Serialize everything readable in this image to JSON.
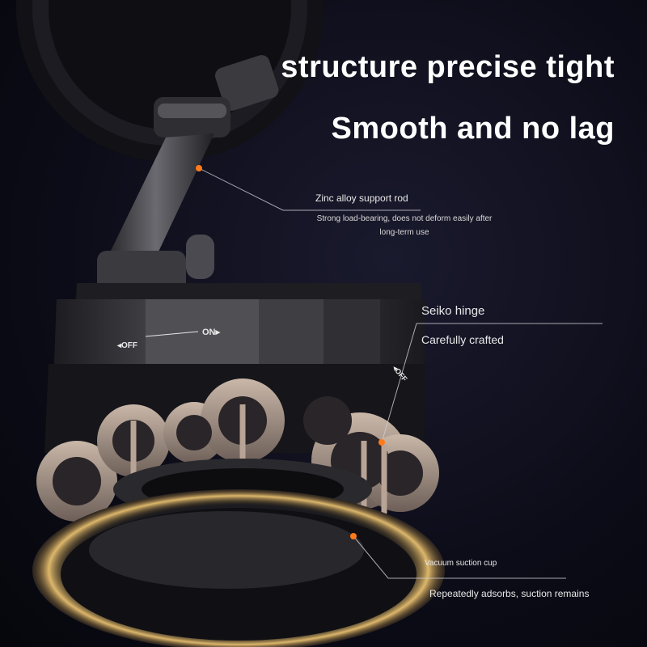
{
  "headline": {
    "line1": "structure precise tight",
    "line2": "Smooth and no lag"
  },
  "device_labels": {
    "off_left": "◂OFF",
    "on": "ON▸",
    "off_right": "◂OFF"
  },
  "callouts": {
    "rod": {
      "title": "Zinc alloy support rod",
      "desc_line1": "Strong load-bearing, does not deform easily after",
      "desc_line2": "long-term use"
    },
    "hinge": {
      "title": "Seiko hinge",
      "desc": "Carefully crafted"
    },
    "suction": {
      "title": "Vacuum suction cup",
      "desc": "Repeatedly adsorbs, suction remains"
    }
  },
  "colors": {
    "marker": "#ff7a1a",
    "background": "#0c0c18",
    "metal": "#4a4a4f"
  }
}
